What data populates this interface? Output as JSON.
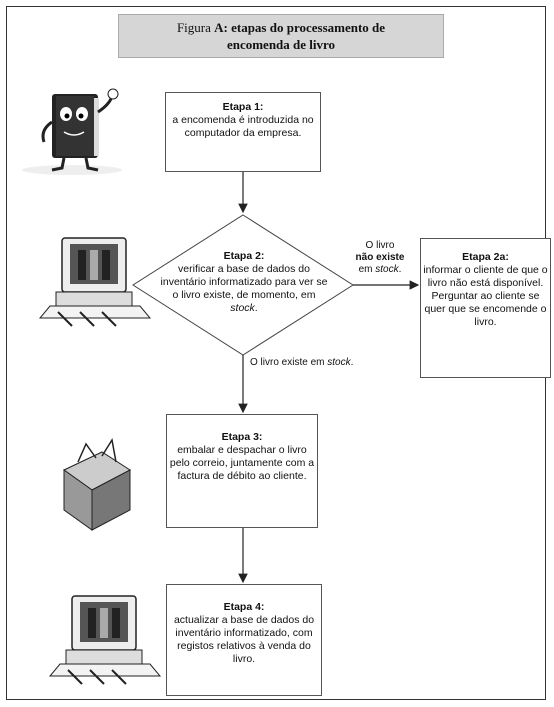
{
  "title": {
    "prefix": "Figura ",
    "bold": "A: etapas do processamento de",
    "line2": "encomenda de livro"
  },
  "steps": {
    "step1": {
      "head": "Etapa 1:",
      "body": "a encomenda é introduzida no computador da empresa."
    },
    "step2": {
      "head": "Etapa 2:",
      "body_pre": "verificar a base de dados do inventário informatizado para ver se o livro existe, de momento, em ",
      "body_em": "stock",
      "body_post": "."
    },
    "step2a": {
      "head": "Etapa 2a:",
      "body": "informar o cliente de que o livro não está disponível. Perguntar ao cliente se quer que se encomende o livro."
    },
    "step3": {
      "head": "Etapa 3:",
      "body": "embalar e despachar o livro pelo correio, juntamente com a factura de débito ao cliente."
    },
    "step4": {
      "head": "Etapa 4:",
      "body": "actualizar a base de dados do inventário informatizado, com registos relativos à venda do livro."
    }
  },
  "labels": {
    "no_stock_l1": "O livro",
    "no_stock_l2": "não existe",
    "no_stock_l3_pre": "em ",
    "no_stock_l3_em": "stock",
    "no_stock_l3_post": ".",
    "in_stock_pre": "O livro existe em ",
    "in_stock_em": "stock",
    "in_stock_post": "."
  },
  "icons": [
    "book-character-icon",
    "computer-icon",
    "parcel-icon",
    "computer-icon"
  ]
}
